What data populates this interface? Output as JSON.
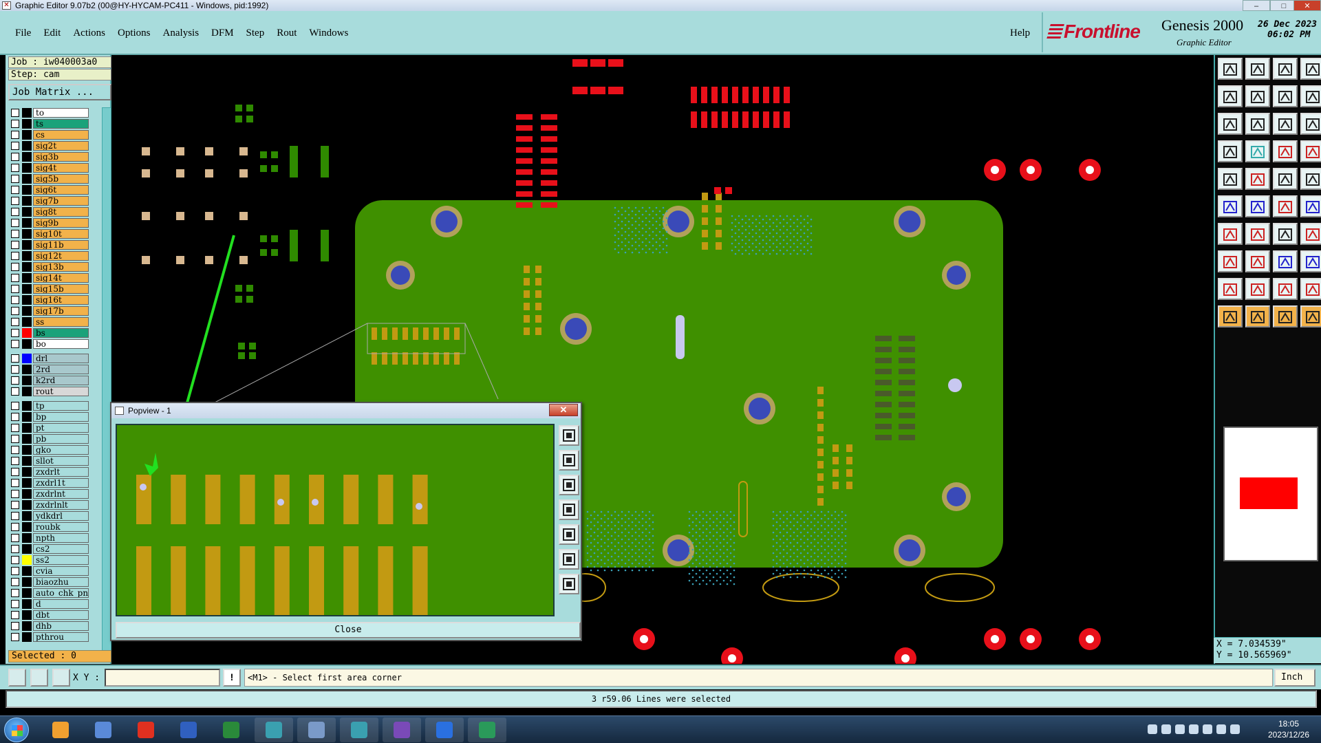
{
  "window": {
    "title": "Graphic Editor 9.07b2 (00@HY-HYCAM-PC411 - Windows, pid:1992)",
    "controls": [
      "–",
      "□",
      "✕"
    ]
  },
  "menu": {
    "items": [
      "File",
      "Edit",
      "Actions",
      "Options",
      "Analysis",
      "DFM",
      "Step",
      "Rout",
      "Windows"
    ],
    "help": "Help"
  },
  "brand": {
    "logo": "Frontline",
    "product": "Genesis 2000",
    "subtitle": "Graphic Editor",
    "date": "26 Dec 2023",
    "time": "06:02 PM"
  },
  "job": {
    "job_label": "Job : iw040003a0",
    "step_label": "Step: cam",
    "matrix_button": "Job Matrix ..."
  },
  "layers": [
    {
      "name": "to",
      "color": "#ffffff",
      "swatch": "#000000"
    },
    {
      "name": "ts",
      "color": "#1aa27a",
      "swatch": "#000000"
    },
    {
      "name": "cs",
      "color": "#f2b24a",
      "swatch": "#000000"
    },
    {
      "name": "sig2t",
      "color": "#f2b24a",
      "swatch": "#000000"
    },
    {
      "name": "sig3b",
      "color": "#f2b24a",
      "swatch": "#000000"
    },
    {
      "name": "sig4t",
      "color": "#f2b24a",
      "swatch": "#000000"
    },
    {
      "name": "sig5b",
      "color": "#f2b24a",
      "swatch": "#000000"
    },
    {
      "name": "sig6t",
      "color": "#f2b24a",
      "swatch": "#000000"
    },
    {
      "name": "sig7b",
      "color": "#f2b24a",
      "swatch": "#000000"
    },
    {
      "name": "sig8t",
      "color": "#f2b24a",
      "swatch": "#000000"
    },
    {
      "name": "sig9b",
      "color": "#f2b24a",
      "swatch": "#000000"
    },
    {
      "name": "sig10t",
      "color": "#f2b24a",
      "swatch": "#000000"
    },
    {
      "name": "sig11b",
      "color": "#f2b24a",
      "swatch": "#000000"
    },
    {
      "name": "sig12t",
      "color": "#f2b24a",
      "swatch": "#000000"
    },
    {
      "name": "sig13b",
      "color": "#f2b24a",
      "swatch": "#000000"
    },
    {
      "name": "sig14t",
      "color": "#f2b24a",
      "swatch": "#000000"
    },
    {
      "name": "sig15b",
      "color": "#f2b24a",
      "swatch": "#000000"
    },
    {
      "name": "sig16t",
      "color": "#f2b24a",
      "swatch": "#000000"
    },
    {
      "name": "sig17b",
      "color": "#f2b24a",
      "swatch": "#000000"
    },
    {
      "name": "ss",
      "color": "#f2b24a",
      "swatch": "#000000"
    },
    {
      "name": "bs",
      "color": "#1aa27a",
      "swatch": "#ff0000"
    },
    {
      "name": "bo",
      "color": "#ffffff",
      "swatch": "#000000"
    },
    {
      "name": "drl",
      "color": "#a8c8cc",
      "swatch": "#0000ff",
      "gap": true
    },
    {
      "name": "2rd",
      "color": "#a8c8cc",
      "swatch": "#000000"
    },
    {
      "name": "k2rd",
      "color": "#a8c8cc",
      "swatch": "#000000"
    },
    {
      "name": "rout",
      "color": "#d8d8d8",
      "swatch": "#000000"
    },
    {
      "name": "tp",
      "color": "#a8dcdc",
      "swatch": "#000000",
      "gap": true
    },
    {
      "name": "bp",
      "color": "#a8dcdc",
      "swatch": "#000000"
    },
    {
      "name": "pt",
      "color": "#a8dcdc",
      "swatch": "#000000"
    },
    {
      "name": "pb",
      "color": "#a8dcdc",
      "swatch": "#000000"
    },
    {
      "name": "gko",
      "color": "#a8dcdc",
      "swatch": "#000000"
    },
    {
      "name": "sllot",
      "color": "#a8dcdc",
      "swatch": "#000000"
    },
    {
      "name": "zxdrlt",
      "color": "#a8dcdc",
      "swatch": "#000000"
    },
    {
      "name": "zxdrl1t",
      "color": "#a8dcdc",
      "swatch": "#000000"
    },
    {
      "name": "zxdrlnt",
      "color": "#a8dcdc",
      "swatch": "#000000"
    },
    {
      "name": "zxdrlnlt",
      "color": "#a8dcdc",
      "swatch": "#000000"
    },
    {
      "name": "ydkdrl",
      "color": "#a8dcdc",
      "swatch": "#000000"
    },
    {
      "name": "roubk",
      "color": "#a8dcdc",
      "swatch": "#000000"
    },
    {
      "name": "npth",
      "color": "#a8dcdc",
      "swatch": "#000000"
    },
    {
      "name": "cs2",
      "color": "#a8dcdc",
      "swatch": "#000000"
    },
    {
      "name": "ss2",
      "color": "#a8dcdc",
      "swatch": "#ffff00"
    },
    {
      "name": "cvia",
      "color": "#a8dcdc",
      "swatch": "#000000"
    },
    {
      "name": "biaozhu",
      "color": "#a8dcdc",
      "swatch": "#000000"
    },
    {
      "name": "auto_chk_pn",
      "color": "#a8dcdc",
      "swatch": "#000000"
    },
    {
      "name": "d",
      "color": "#a8dcdc",
      "swatch": "#000000"
    },
    {
      "name": "dbt",
      "color": "#a8dcdc",
      "swatch": "#000000"
    },
    {
      "name": "dhb",
      "color": "#a8dcdc",
      "swatch": "#000000"
    },
    {
      "name": "pthrou",
      "color": "#a8dcdc",
      "swatch": "#000000"
    }
  ],
  "selection": {
    "label": "Selected : 0"
  },
  "coords": {
    "x": "X = 7.034539\"",
    "y": "Y = 10.565969\""
  },
  "command": {
    "xy_label": "X Y :",
    "xy_value": "",
    "prompt_button": "!",
    "prompt": "<M1> - Select first area corner",
    "units": "Inch"
  },
  "status": {
    "message": "3 r59.06 Lines were selected"
  },
  "popview": {
    "title": "Popview - 1",
    "close_label": "Close",
    "pad_color": "#c29a12",
    "board_color": "#3f9000"
  },
  "toolbar_icons": [
    "layer-up-icon",
    "layer-down-icon",
    "home-icon",
    "split-view-icon",
    "prev-icon",
    "next-icon",
    "loop-icon",
    "frame-icon",
    "fit-icon",
    "zoom-fit-icon",
    "scale-1-2-icon",
    "help-query-icon",
    "hand-icon",
    "grid-icon",
    "route-icon",
    "route-alt-icon",
    "measure-icon",
    "angle-icon",
    "ruler-icon",
    "point-icon",
    "nodes-icon",
    "cross-icon",
    "connect-icon",
    "connect-alt-icon",
    "line-icon",
    "diag-line-icon",
    "arc-icon",
    "pads-icon",
    "pad-add-icon",
    "minus-line-icon",
    "snap-icon",
    "cluster-icon",
    "triangle-icon",
    "triangle-a-icon",
    "triangle-a2-icon",
    "triangle-a3-icon",
    "select-arrow-icon",
    "select-arrow-alt-icon",
    "select-ring-icon",
    "select-box-icon"
  ],
  "taskbar": {
    "time": "18:05",
    "date": "2023/12/26",
    "apps": [
      "shell-icon",
      "notepad-icon",
      "genesis-g-icon",
      "save-disk-icon",
      "excel-icon",
      "eye-cam-icon",
      "editor-icon",
      "eye-cam2-icon",
      "x-editor-icon",
      "arrow-app-icon",
      "pulse-app-icon"
    ]
  }
}
